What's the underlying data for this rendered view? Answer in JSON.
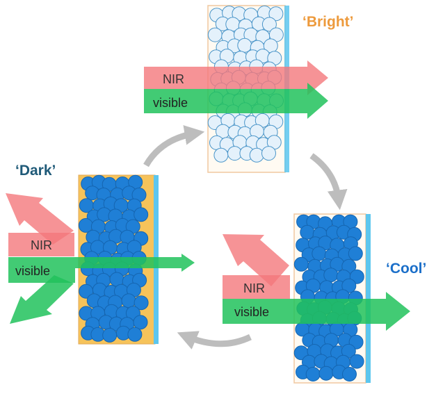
{
  "states": {
    "bright": {
      "title": "‘Bright’"
    },
    "dark": {
      "title": "‘Dark’"
    },
    "cool": {
      "title": "‘Cool’"
    }
  },
  "arrows": {
    "nir_label": "NIR",
    "visible_label": "visible"
  },
  "colors": {
    "bright_title": "#ed9a3c",
    "dark_title": "#1f5a78",
    "cool_title": "#1b6fc9",
    "nir_fill": "#f4787c",
    "visible_fill": "#21c25c",
    "sphere_blue": "#1f7fd6",
    "sphere_pale": "#e4f1fb",
    "matrix_orange": "#f6c35a",
    "substrate": "#5cc6ee",
    "cycle_arrow": "#bdbdbd"
  }
}
